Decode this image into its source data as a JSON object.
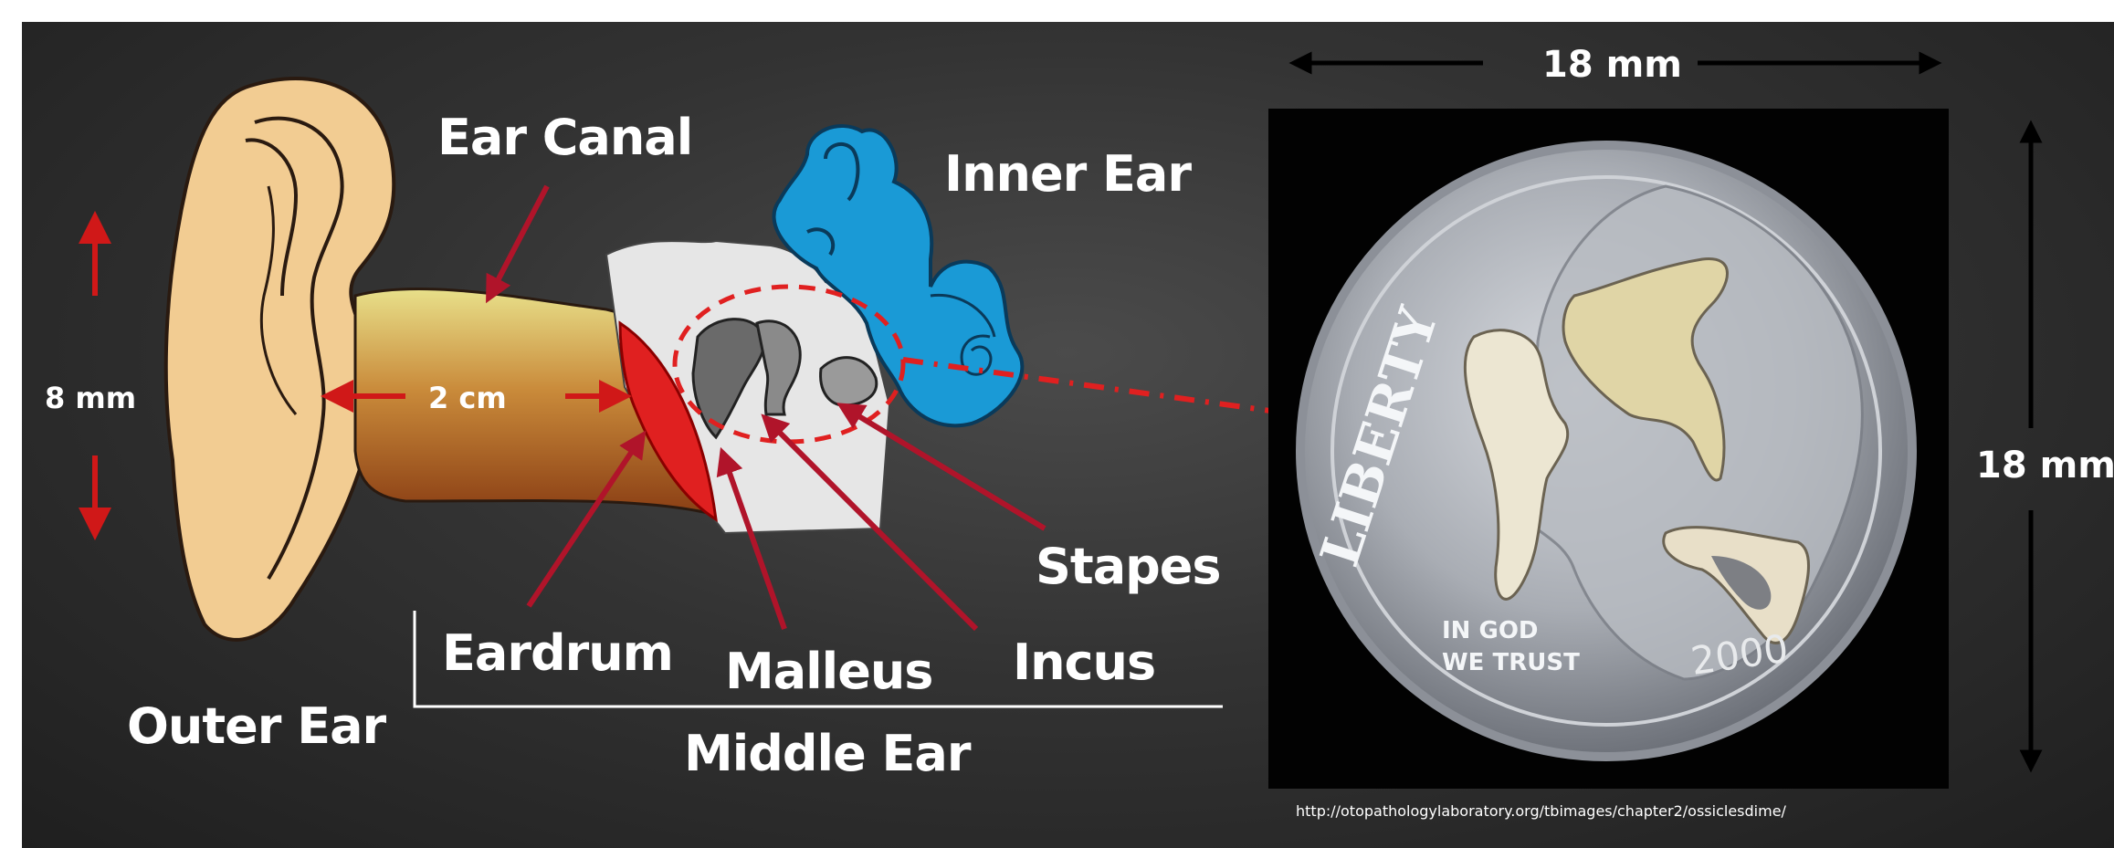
{
  "labels": {
    "outer_ear": "Outer Ear",
    "ear_canal": "Ear Canal",
    "inner_ear": "Inner Ear",
    "middle_ear": "Middle Ear",
    "eardrum": "Eardrum",
    "malleus": "Malleus",
    "incus": "Incus",
    "stapes": "Stapes"
  },
  "measurements": {
    "ear_height": "8 mm",
    "canal_length": "2 cm",
    "photo_width": "18 mm",
    "photo_height": "18 mm"
  },
  "coin": {
    "motto_top": "LIBERTY",
    "motto_line1": "IN GOD",
    "motto_line2": "WE TRUST",
    "year": "2000"
  },
  "source_url": "http://otopathologylaboratory.org/tbimages/chapter2/ossiclesdime/",
  "colors": {
    "background": "#2f2f2f",
    "arrow_red": "#d01818",
    "label_arrow": "#b0142a",
    "skin": "#f2cc92",
    "inner_ear_blue": "#1a9ad6"
  }
}
